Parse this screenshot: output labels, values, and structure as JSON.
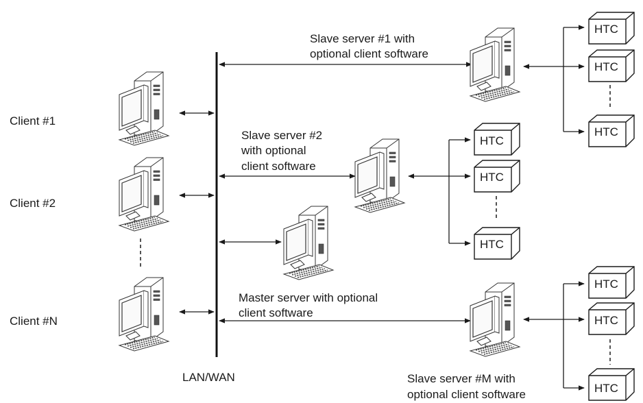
{
  "network": {
    "bus_label": "LAN/WAN"
  },
  "clients": [
    {
      "label": "Client #1"
    },
    {
      "label": "Client #2"
    },
    {
      "label": "Client #N"
    }
  ],
  "servers": {
    "slave1": {
      "line1": "Slave server #1 with",
      "line2": "optional client software"
    },
    "slave2": {
      "line1": "Slave server #2",
      "line2": "with optional",
      "line3": "client software"
    },
    "master": {
      "line1": "Master server with optional",
      "line2": "client software"
    },
    "slaveM": {
      "line1": "Slave server #M with",
      "line2": "optional client software"
    }
  },
  "htc_label": "HTC"
}
